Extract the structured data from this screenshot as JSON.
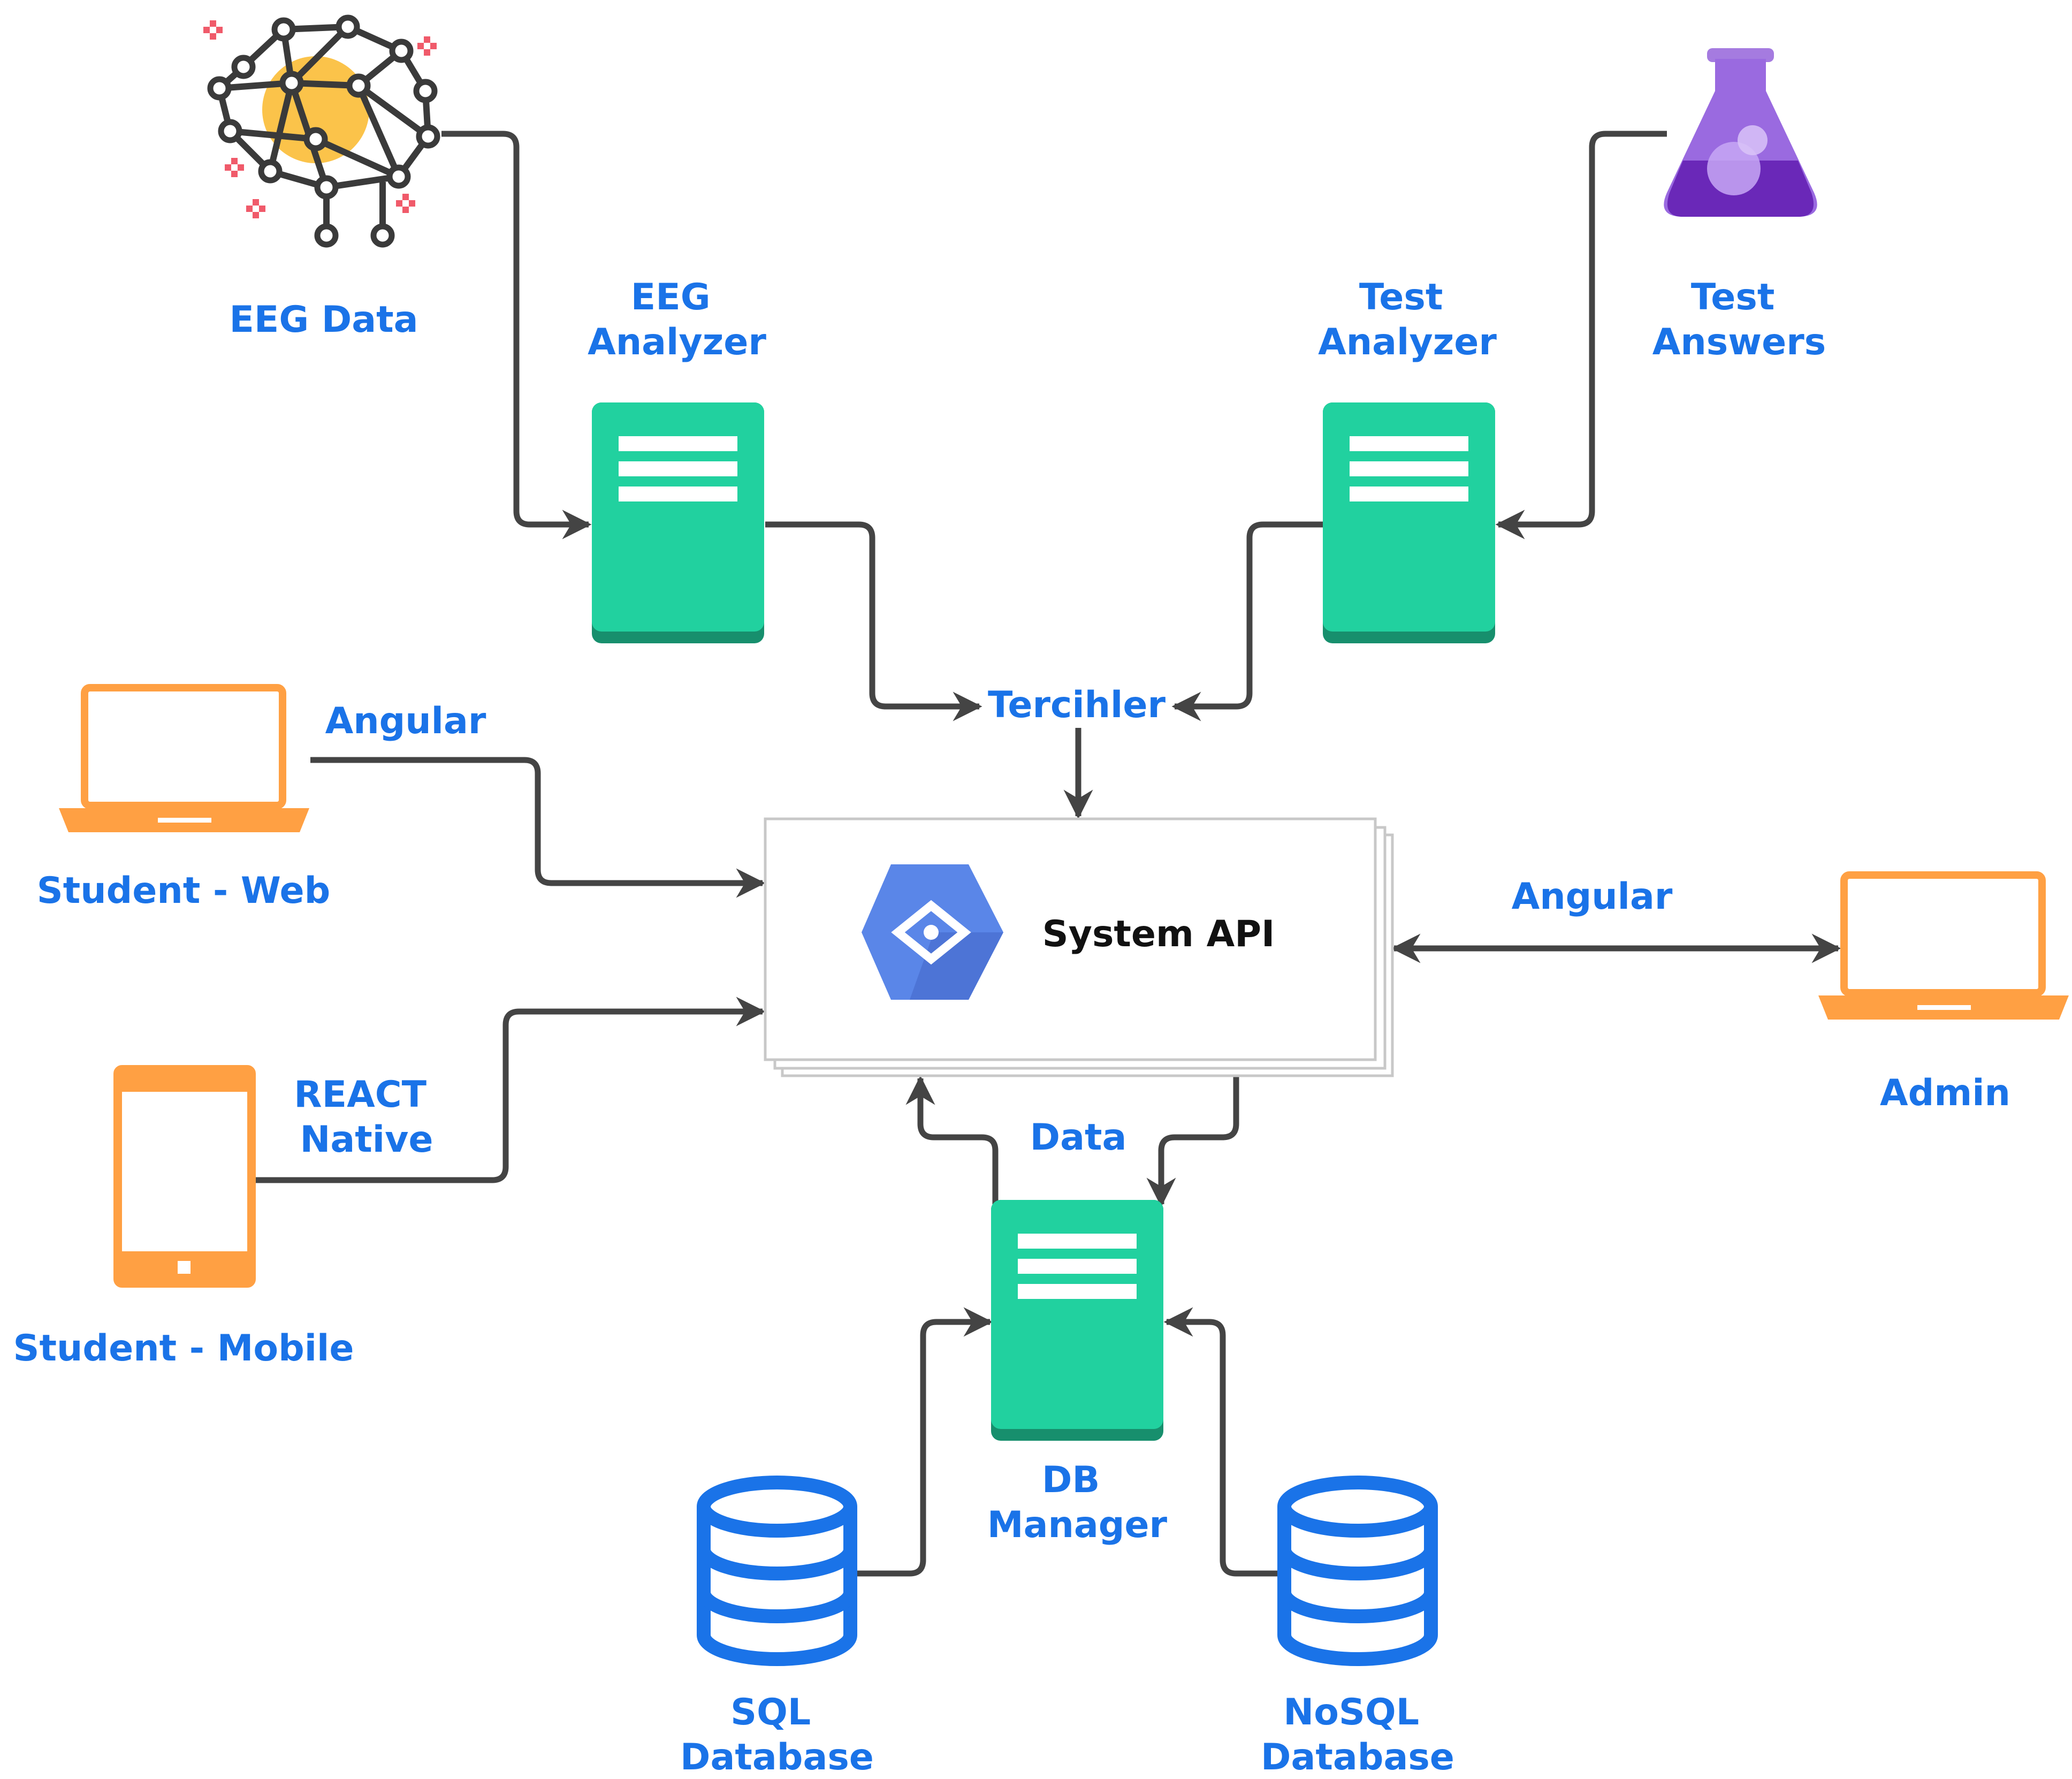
{
  "colors": {
    "label": "#1a73e8",
    "server": "#21d19f",
    "server_base": "#178f6d",
    "device": "#ffa043",
    "database": "#1a73e8",
    "flask": "#7b3fc4",
    "api_hex": "#5a86e8",
    "brain_core": "#fbc34a",
    "connector": "#444444"
  },
  "icons": {
    "eeg_data": "brain-network-icon",
    "test_answers": "flask-icon",
    "eeg_analyzer": "server-icon",
    "test_analyzer": "server-icon",
    "db_manager": "server-icon",
    "system_api": "hexagon-eye-icon",
    "student_web": "laptop-icon",
    "student_mobile": "smartphone-icon",
    "admin": "laptop-icon",
    "sql_database": "database-icon",
    "nosql_database": "database-icon"
  },
  "nodes": {
    "eeg_data": "EEG Data",
    "eeg_analyzer": [
      "EEG",
      "Analyzer"
    ],
    "test_analyzer": [
      "Test",
      "Analyzer"
    ],
    "test_answers": [
      "Test",
      "Answers"
    ],
    "tercihler": "Tercihler",
    "system_api": "System API",
    "student_web": "Student - Web",
    "student_mobile": "Student - Mobile",
    "admin": "Admin",
    "db_manager": [
      "DB",
      "Manager"
    ],
    "sql_database": [
      "SQL",
      "Database"
    ],
    "nosql_database": [
      "NoSQL",
      "Database"
    ]
  },
  "edge_labels": {
    "student_web": "Angular",
    "admin": "Angular",
    "student_mobile": [
      "REACT",
      "Native"
    ],
    "db": "Data"
  }
}
